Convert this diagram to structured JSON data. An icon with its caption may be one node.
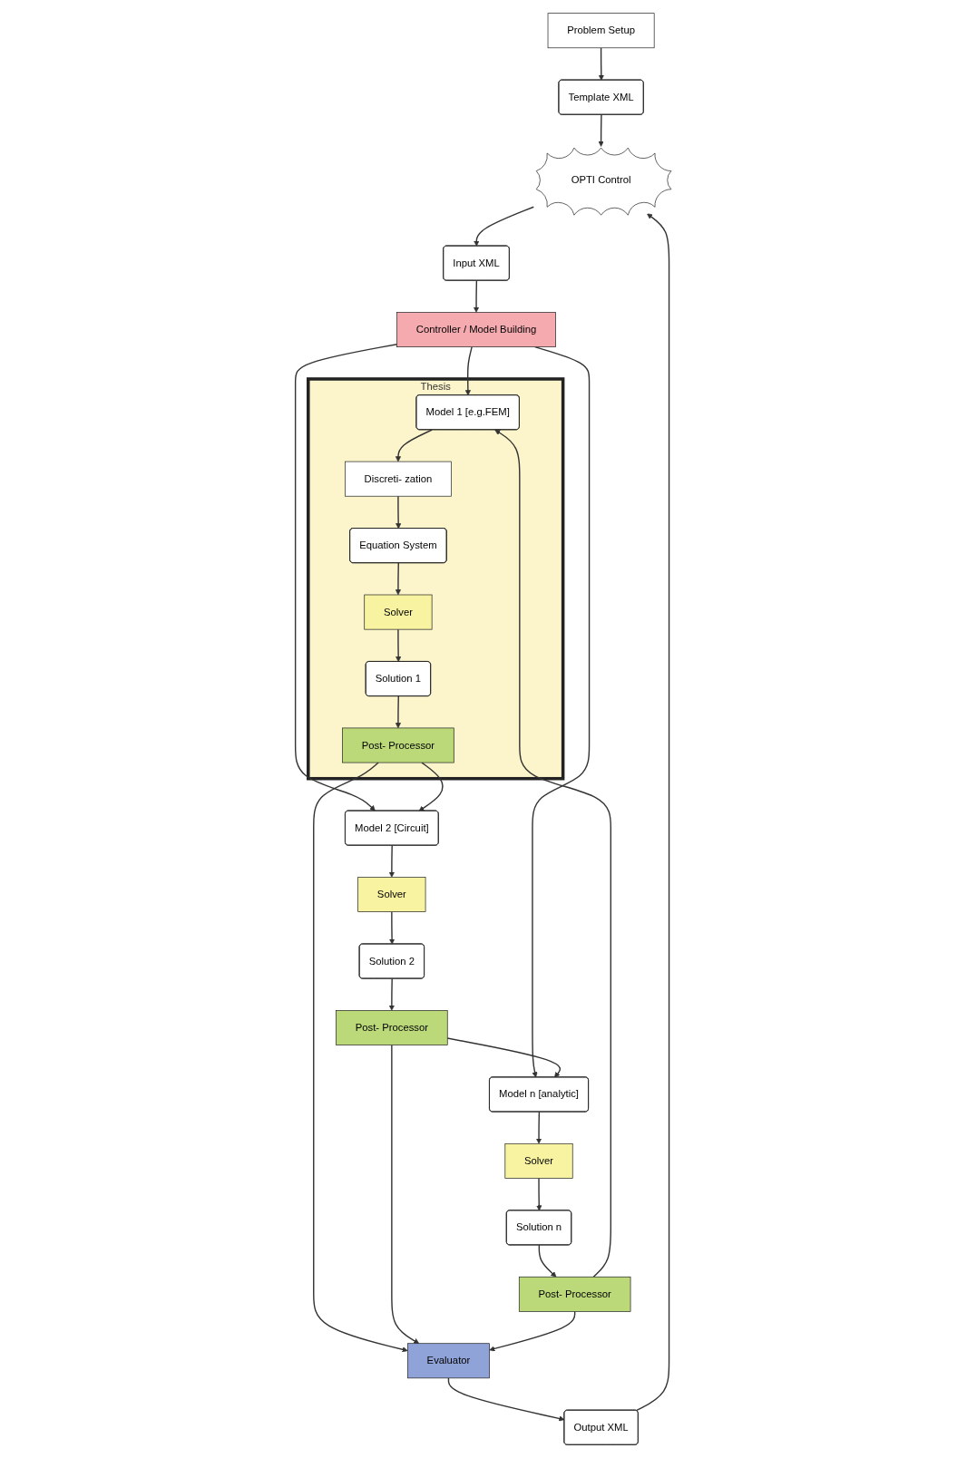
{
  "diagram": {
    "nodes": [
      {
        "text": [
          "Problem Setup"
        ]
      },
      {
        "text": [
          "Template XML"
        ]
      },
      {
        "text": [
          "OPTI Control"
        ]
      },
      {
        "text": [
          "Input XML"
        ]
      },
      {
        "text": [
          "Controller / Model Building"
        ]
      },
      {
        "text": [
          "Thesis"
        ]
      },
      {
        "text": [
          "Model 1 [e.g.FEM]"
        ],
        "in": 5
      },
      {
        "text": [
          "Discreti- zation"
        ],
        "in": 5
      },
      {
        "text": [
          "Equation System"
        ],
        "in": 5
      },
      {
        "text": [
          "Solver"
        ],
        "in": 5
      },
      {
        "text": [
          "Solution 1"
        ],
        "in": 5
      },
      {
        "text": [
          "Post- Processor"
        ],
        "in": 5
      },
      {
        "text": [
          "Model 2 [Circuit]"
        ]
      },
      {
        "text": [
          "Solver"
        ]
      },
      {
        "text": [
          "Solution 2"
        ]
      },
      {
        "text": [
          "Post- Processor"
        ]
      },
      {
        "text": [
          "Model n [analytic]"
        ]
      },
      {
        "text": [
          "Solver"
        ]
      },
      {
        "text": [
          "Solution n"
        ]
      },
      {
        "text": [
          "Post- Processor"
        ]
      },
      {
        "text": [
          "Evaluator"
        ]
      },
      {
        "text": [
          "Output XML"
        ]
      }
    ],
    "edges": [
      {
        "from": 0,
        "to": 1,
        "arrow": "to"
      },
      {
        "from": 1,
        "to": 2,
        "arrow": "to"
      },
      {
        "from": 2,
        "to": 3,
        "arrow": "to"
      },
      {
        "from": 3,
        "to": 4,
        "arrow": "to"
      },
      {
        "from": 4,
        "to": 6,
        "arrow": "to"
      },
      {
        "from": 4,
        "to": 12,
        "arrow": "to"
      },
      {
        "from": 4,
        "to": 16,
        "arrow": "to"
      },
      {
        "from": 6,
        "to": 7,
        "arrow": "to"
      },
      {
        "from": 7,
        "to": 8,
        "arrow": "to"
      },
      {
        "from": 8,
        "to": 9,
        "arrow": "to"
      },
      {
        "from": 9,
        "to": 10,
        "arrow": "to"
      },
      {
        "from": 10,
        "to": 11,
        "arrow": "to"
      },
      {
        "from": 12,
        "to": 13,
        "arrow": "to"
      },
      {
        "from": 13,
        "to": 14,
        "arrow": "to"
      },
      {
        "from": 14,
        "to": 15,
        "arrow": "to"
      },
      {
        "from": 16,
        "to": 17,
        "arrow": "to"
      },
      {
        "from": 17,
        "to": 18,
        "arrow": "to"
      },
      {
        "from": 18,
        "to": 19,
        "arrow": "to"
      },
      {
        "from": 11,
        "to": 12,
        "arrow": "to"
      },
      {
        "from": 15,
        "to": 16,
        "arrow": "to"
      },
      {
        "from": 19,
        "to": 6,
        "arrow": "to"
      },
      {
        "from": 11,
        "to": 20,
        "arrow": "to"
      },
      {
        "from": 15,
        "to": 20,
        "arrow": "to"
      },
      {
        "from": 19,
        "to": 20,
        "arrow": "to"
      },
      {
        "from": 20,
        "to": 21,
        "arrow": "to"
      },
      {
        "from": 21,
        "to": 2,
        "arrow": "to"
      }
    ]
  }
}
